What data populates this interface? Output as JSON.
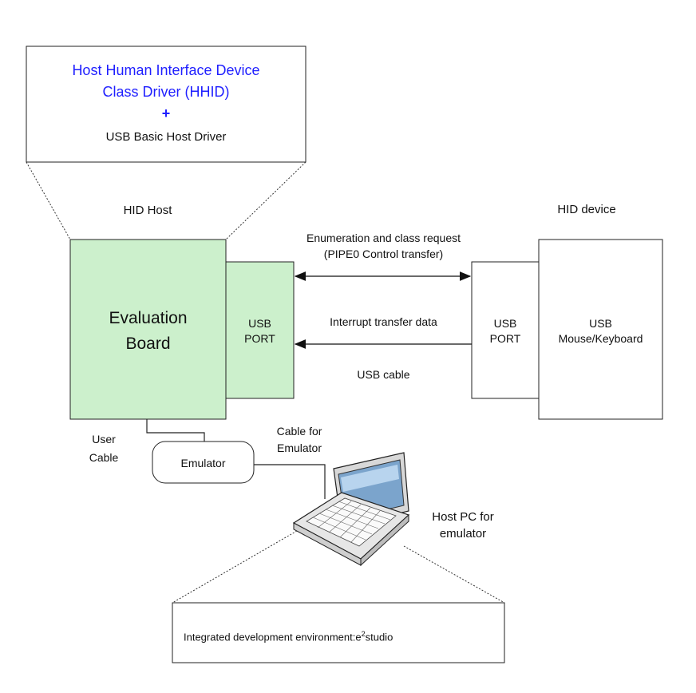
{
  "colors": {
    "blue_title": "#1f1fff",
    "board_fill": "#ccf0cc",
    "stroke": "#222222"
  },
  "top_box": {
    "line1": "Host Human Interface Device",
    "line2": "Class Driver (HHID)",
    "plus": "+",
    "line3": "USB Basic Host Driver"
  },
  "hid_host_label": "HID Host",
  "hid_device_label": "HID device",
  "evaluation_board": {
    "line1": "Evaluation",
    "line2": "Board"
  },
  "host_usb_port": {
    "line1": "USB",
    "line2": "PORT"
  },
  "device_usb_port": {
    "line1": "USB",
    "line2": "PORT"
  },
  "device_box": {
    "line1": "USB",
    "line2": "Mouse/Keyboard"
  },
  "arrows": {
    "enum_line1": "Enumeration and class request",
    "enum_line2": "(PIPE0 Control transfer)",
    "interrupt": "Interrupt transfer data",
    "cable": "USB cable"
  },
  "user_cable": {
    "line1": "User",
    "line2": "Cable"
  },
  "emulator": "Emulator",
  "cable_emulator": {
    "line1": "Cable for",
    "line2": "Emulator"
  },
  "host_pc": {
    "line1": "Host PC for",
    "line2": "emulator"
  },
  "ide": {
    "prefix": "Integrated development environment:e",
    "sup": "2",
    "suffix": "studio"
  },
  "icons": {
    "laptop": "laptop-icon"
  }
}
